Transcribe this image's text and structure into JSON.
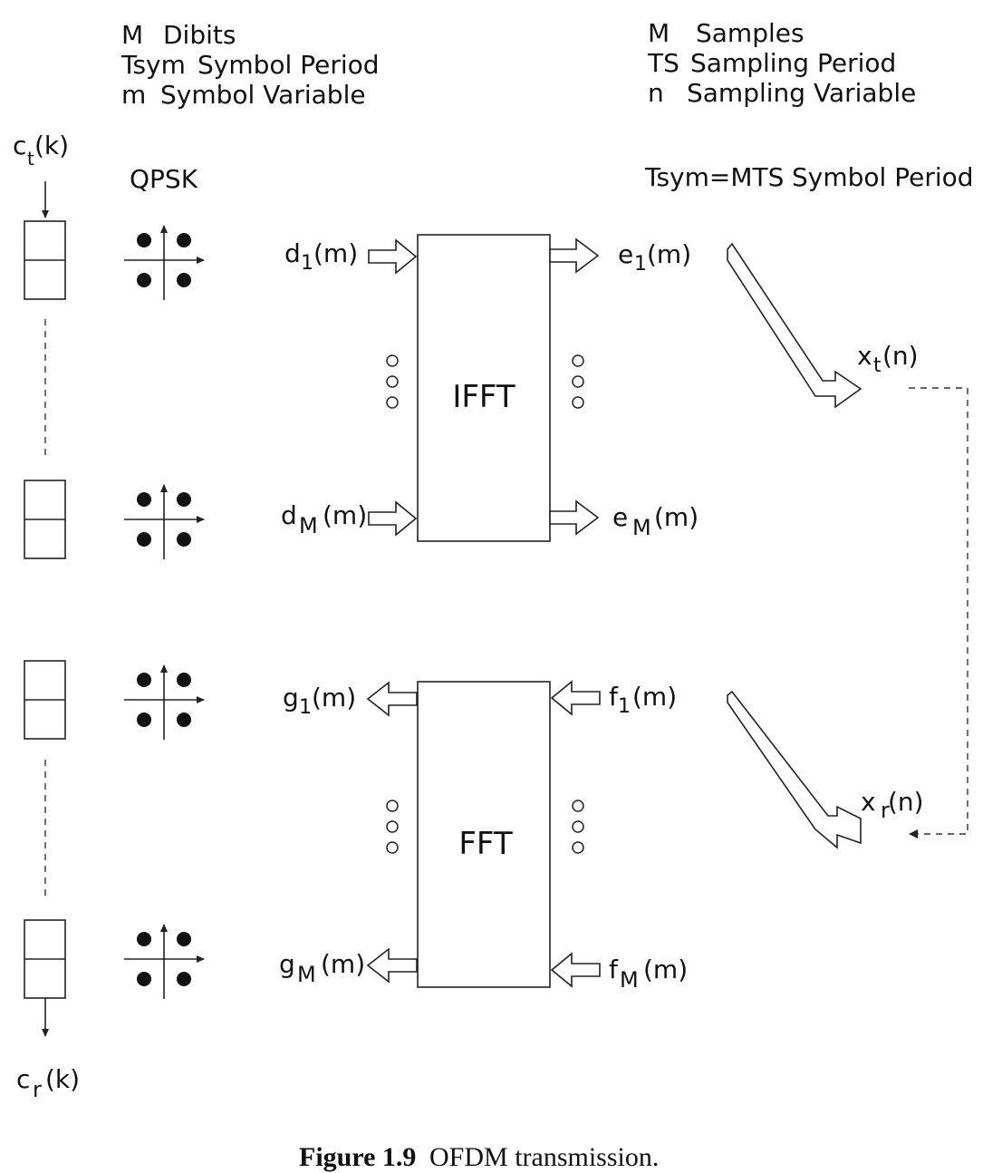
{
  "legend_left": {
    "line1_sym": "M",
    "line1_text": "Dibits",
    "line2_sym": "Tsym",
    "line2_text": "Symbol Period",
    "line3_sym": "m",
    "line3_text": "Symbol Variable"
  },
  "legend_right": {
    "line1_sym": "M",
    "line1_text": "Samples",
    "line2_sym": "TS",
    "line2_text": "Sampling Period",
    "line3_sym": "n",
    "line3_text": "Sampling Variable",
    "line4_sym": "Tsym=MTS",
    "line4_text": "Symbol Period"
  },
  "modulation_label": "QPSK",
  "input_label": {
    "base": "c",
    "sub": "t",
    "arg": "(k)"
  },
  "output_label": {
    "base": "c",
    "sub": "r",
    "arg": "(k)"
  },
  "ifft_block": {
    "title": "IFFT",
    "in_first": {
      "base": "d",
      "sub": "1",
      "arg": "(m)"
    },
    "in_last": {
      "base": "d",
      "sub": "M",
      "arg": "(m)"
    },
    "out_first": {
      "base": "e",
      "sub": "1",
      "arg": "(m)"
    },
    "out_last": {
      "base": "e",
      "sub": "M",
      "arg": "(m)"
    }
  },
  "fft_block": {
    "title": "FFT",
    "in_first": {
      "base": "f",
      "sub": "1",
      "arg": "(m)"
    },
    "in_last": {
      "base": "f",
      "sub": "M",
      "arg": "(m)"
    },
    "out_first": {
      "base": "g",
      "sub": "1",
      "arg": "(m)"
    },
    "out_last": {
      "base": "g",
      "sub": "M",
      "arg": "(m)"
    }
  },
  "tx_signal": {
    "base": "x",
    "sub": "t",
    "arg": "(n)"
  },
  "rx_signal": {
    "base": "x",
    "sub": "r",
    "arg": "(n)"
  },
  "caption": {
    "label": "Figure 1.9",
    "text": "OFDM transmission."
  }
}
